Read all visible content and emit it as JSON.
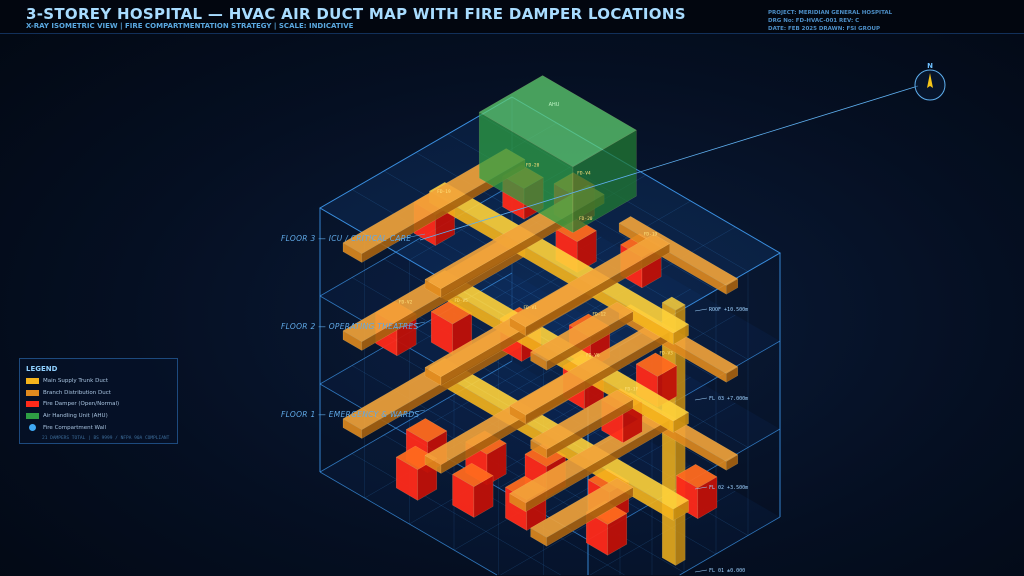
{
  "header": {
    "title": "3-STOREY HOSPITAL — HVAC AIR DUCT MAP WITH FIRE DAMPER LOCATIONS",
    "subtitle": "X-RAY ISOMETRIC VIEW  |  FIRE COMPARTMENTATION STRATEGY  |  SCALE: INDICATIVE",
    "meta": [
      "PROJECT: MERIDIAN GENERAL HOSPITAL",
      "DRG No: FD-HVAC-001   REV: C",
      "DATE: FEB 2025   DRAWN: FSI GROUP"
    ]
  },
  "floors": [
    "FLOOR 3 — ICU / CRITICAL CARE",
    "FLOOR 2 — OPERATING THEATRES",
    "FLOOR 1 — EMERGENCY & WARDS"
  ],
  "levels": [
    "ROOF +10.500m",
    "FL 03 +7.000m",
    "FL 02 +3.500m",
    "FL 01 ±0.000"
  ],
  "ahu_label": "AHU",
  "compass": {
    "label": "N"
  },
  "dampers": [
    "FD-20",
    "FD-V4",
    "FD-19",
    "FD-20",
    "FD-19",
    "FD-V5",
    "FD-V1",
    "FD-12",
    "FD-V6",
    "FD-V2",
    "FD-V3",
    "FD-1F"
  ],
  "legend": {
    "title": "LEGEND",
    "items": [
      {
        "label": "Main Supply Trunk Duct",
        "color": "#f5b41c"
      },
      {
        "label": "Branch Distribution Duct",
        "color": "#e08a1e"
      },
      {
        "label": "Fire Damper (Open/Normal)",
        "color": "#ff2a1a"
      },
      {
        "label": "Air Handling Unit (AHU)",
        "color": "#2e9e44"
      },
      {
        "label": "Fire Compartment Wall",
        "color": "#3fa9f5"
      }
    ],
    "note": "21 DAMPERS TOTAL  |  BS 9999 / NFPA 90A COMPLIANT"
  }
}
